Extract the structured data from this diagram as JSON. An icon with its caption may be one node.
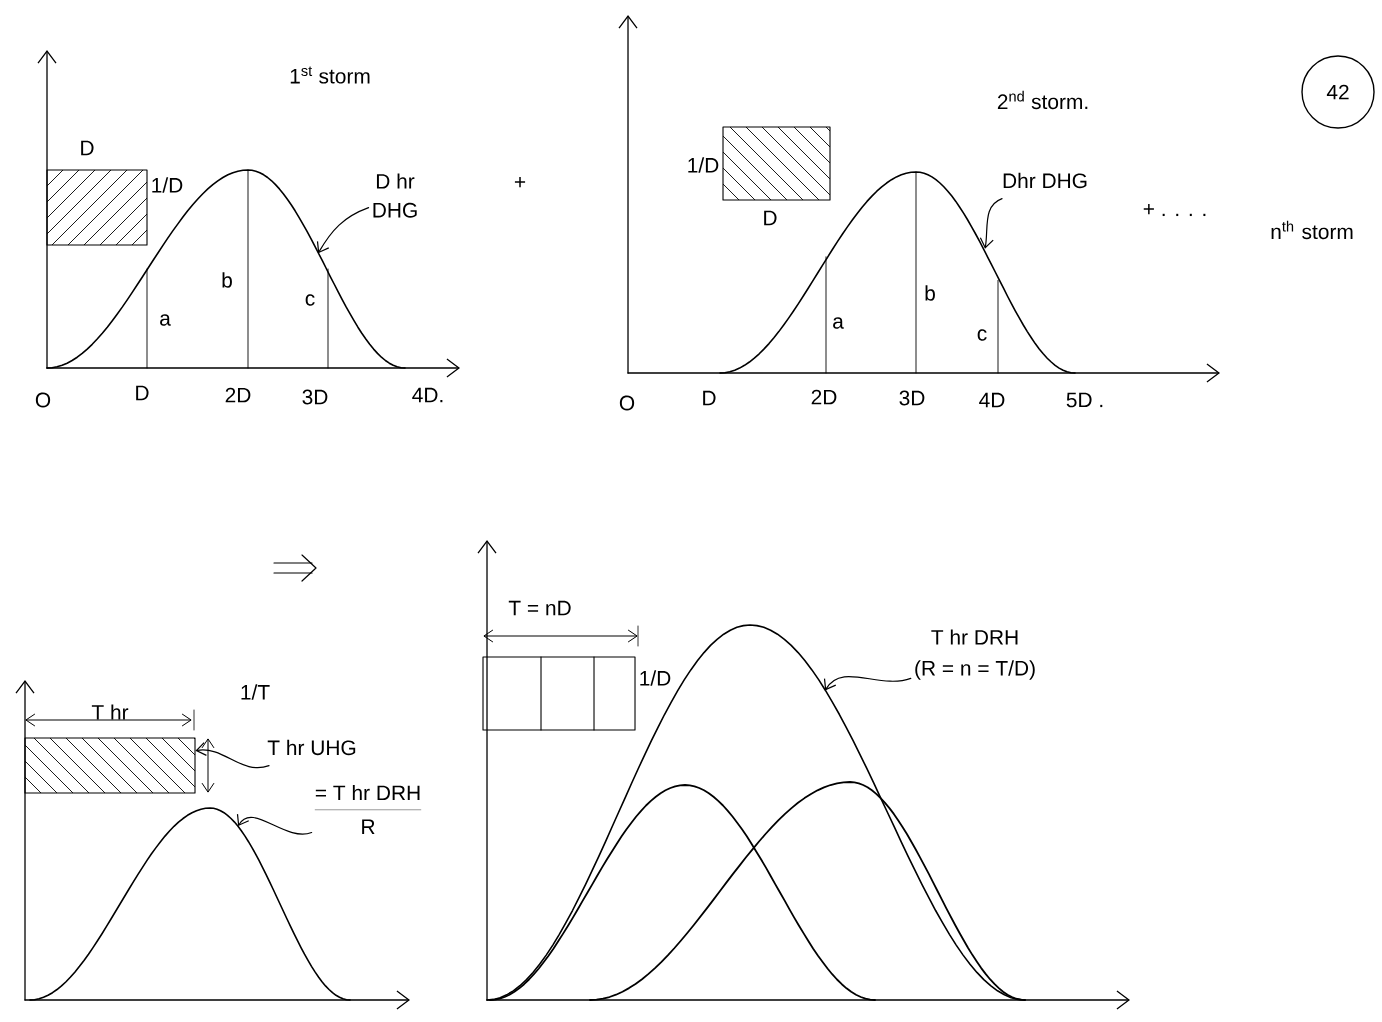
{
  "diagram": {
    "nodes": [
      {
        "text": [
          "D hr",
          "DHG"
        ]
      },
      {
        "text": [],
        "shape": "curve"
      },
      {
        "text": [
          "Dhr DHG"
        ]
      },
      {
        "text": [],
        "shape": "curve"
      },
      {
        "text": [
          "T hr UHG"
        ]
      },
      {
        "text": [],
        "shape": "box"
      },
      {
        "text": [
          "= T hr DRH",
          "R"
        ]
      },
      {
        "text": [],
        "shape": "curve"
      },
      {
        "text": [
          "T hr DRH",
          "(R = n = T/D)"
        ]
      },
      {
        "text": [],
        "shape": "curve"
      }
    ],
    "edges": [
      {
        "from": 0,
        "to": 1,
        "arrow": "to"
      },
      {
        "from": 2,
        "to": 3,
        "arrow": "to"
      },
      {
        "from": 4,
        "to": 5,
        "arrow": "to"
      },
      {
        "from": 6,
        "to": 7,
        "arrow": "to"
      },
      {
        "from": 8,
        "to": 9,
        "arrow": "to"
      }
    ],
    "labels": [
      "1$^{st}$ storm",
      "D",
      "1/D",
      "a",
      "b",
      "c",
      "O",
      "D",
      "2D",
      "3D",
      "4D.",
      "+",
      "2$^{nd}$ storm.",
      "1/D",
      "D",
      "a",
      "b",
      "c",
      "O",
      "D",
      "2D",
      "3D",
      "4D",
      "5D .",
      "+ . . . .",
      "n$^{th}$ storm",
      "42",
      "T hr",
      "1/T",
      "T = nD",
      "1/D"
    ]
  }
}
